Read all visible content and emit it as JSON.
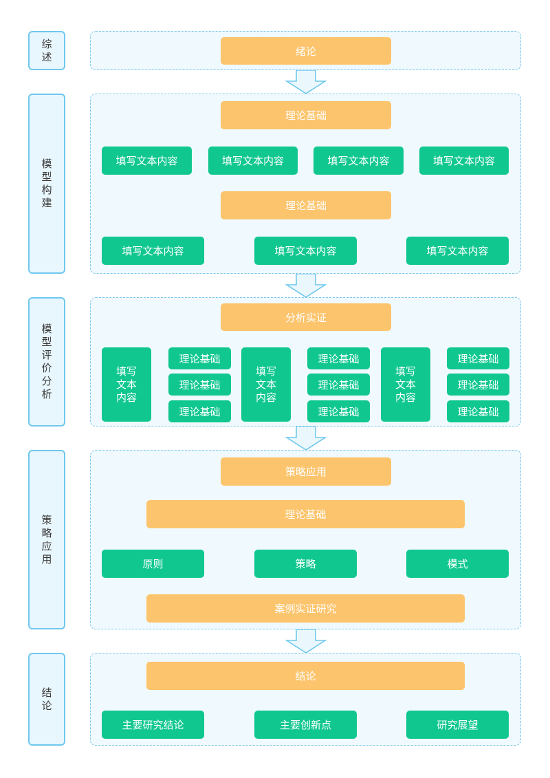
{
  "sections": {
    "overview": {
      "label": "综述",
      "title": "绪论"
    },
    "model_build": {
      "label": "模型构建",
      "top": "理论基础",
      "row1": [
        "填写文本内容",
        "填写文本内容",
        "填写文本内容",
        "填写文本内容"
      ],
      "middle": "理论基础",
      "row2": [
        "填写文本内容",
        "填写文本内容",
        "填写文本内容"
      ]
    },
    "model_eval": {
      "label": "模型评价分析",
      "top": "分析实证",
      "groups": [
        {
          "main": "填写文本内容",
          "items": [
            "理论基础",
            "理论基础",
            "理论基础"
          ]
        },
        {
          "main": "填写文本内容",
          "items": [
            "理论基础",
            "理论基础",
            "理论基础"
          ]
        },
        {
          "main": "填写文本内容",
          "items": [
            "理论基础",
            "理论基础",
            "理论基础"
          ]
        }
      ]
    },
    "strategy": {
      "label": "策略应用",
      "top": "策略应用",
      "second": "理论基础",
      "row": [
        "原则",
        "策略",
        "模式"
      ],
      "bottom": "案例实证研究"
    },
    "conclusion": {
      "label": "结论",
      "top": "结论",
      "row": [
        "主要研究结论",
        "主要创新点",
        "研究展望"
      ]
    }
  },
  "colors": {
    "orange": "#fcc46c",
    "green": "#10c78f",
    "side_border": "#6fc8ee",
    "side_fill": "#e8f6fd",
    "panel_fill": "#f0f9fd",
    "connector": "#8a96a8",
    "flow_arrow": "#6fc8ee"
  }
}
